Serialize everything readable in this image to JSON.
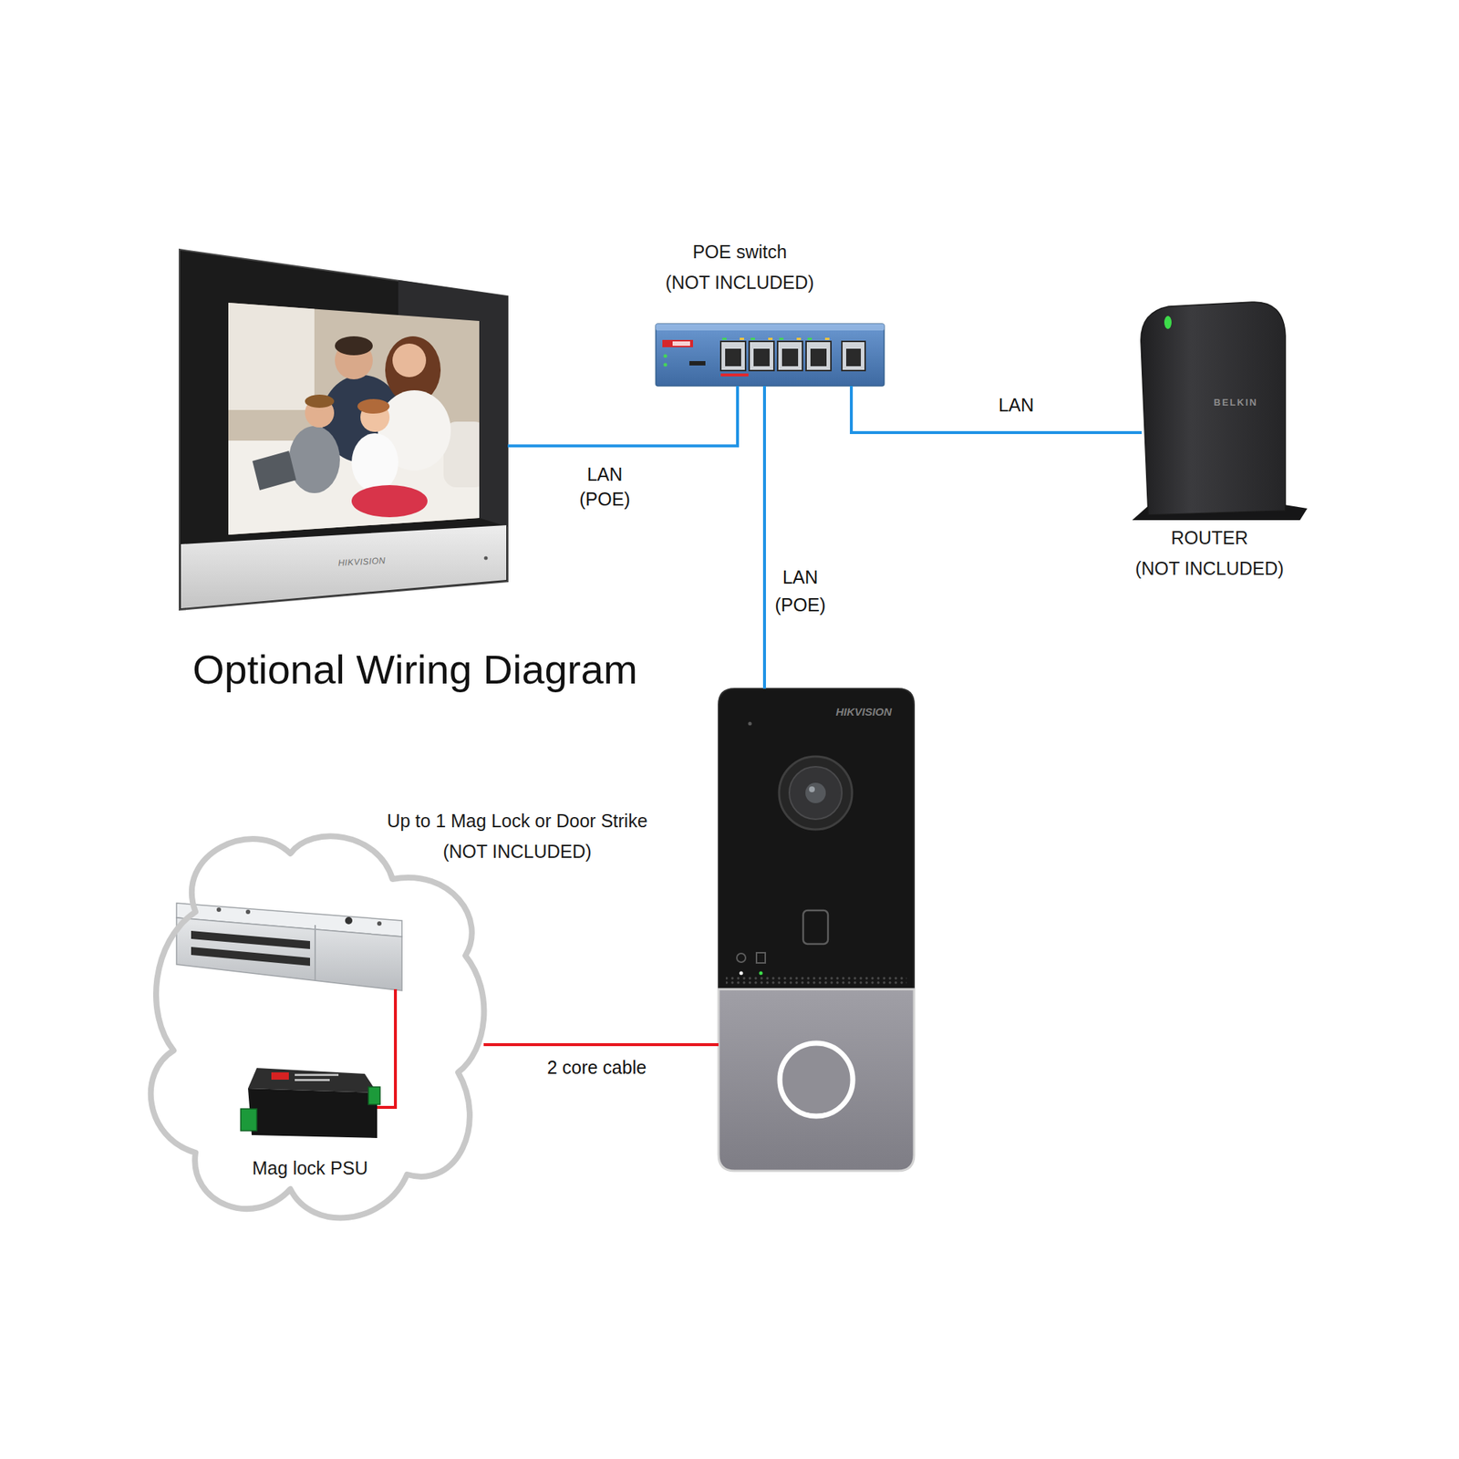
{
  "diagram": {
    "title": "Optional Wiring Diagram",
    "nodes": [
      {
        "text": [
          "HIKVISION"
        ]
      },
      {
        "text": [
          "POE switch (NOT INCLUDED)"
        ]
      },
      {
        "text": [
          "BELKIN",
          "ROUTER (NOT INCLUDED)"
        ]
      },
      {
        "text": [
          "HIKVISION"
        ]
      },
      {
        "text": [
          "Up to 1 Mag Lock or Door Strike (NOT INCLUDED)"
        ]
      },
      {
        "text": [
          "Mag lock PSU"
        ],
        "in": 4
      }
    ],
    "edges": [
      {
        "from": 0,
        "to": 1,
        "label": "LAN (POE)",
        "arrow": "none"
      },
      {
        "from": 3,
        "to": 1,
        "label": "LAN (POE)",
        "arrow": "none"
      },
      {
        "from": 1,
        "to": 2,
        "label": "LAN",
        "arrow": "none"
      },
      {
        "from": 3,
        "to": 4,
        "label": "2 core cable",
        "arrow": "none"
      }
    ]
  }
}
